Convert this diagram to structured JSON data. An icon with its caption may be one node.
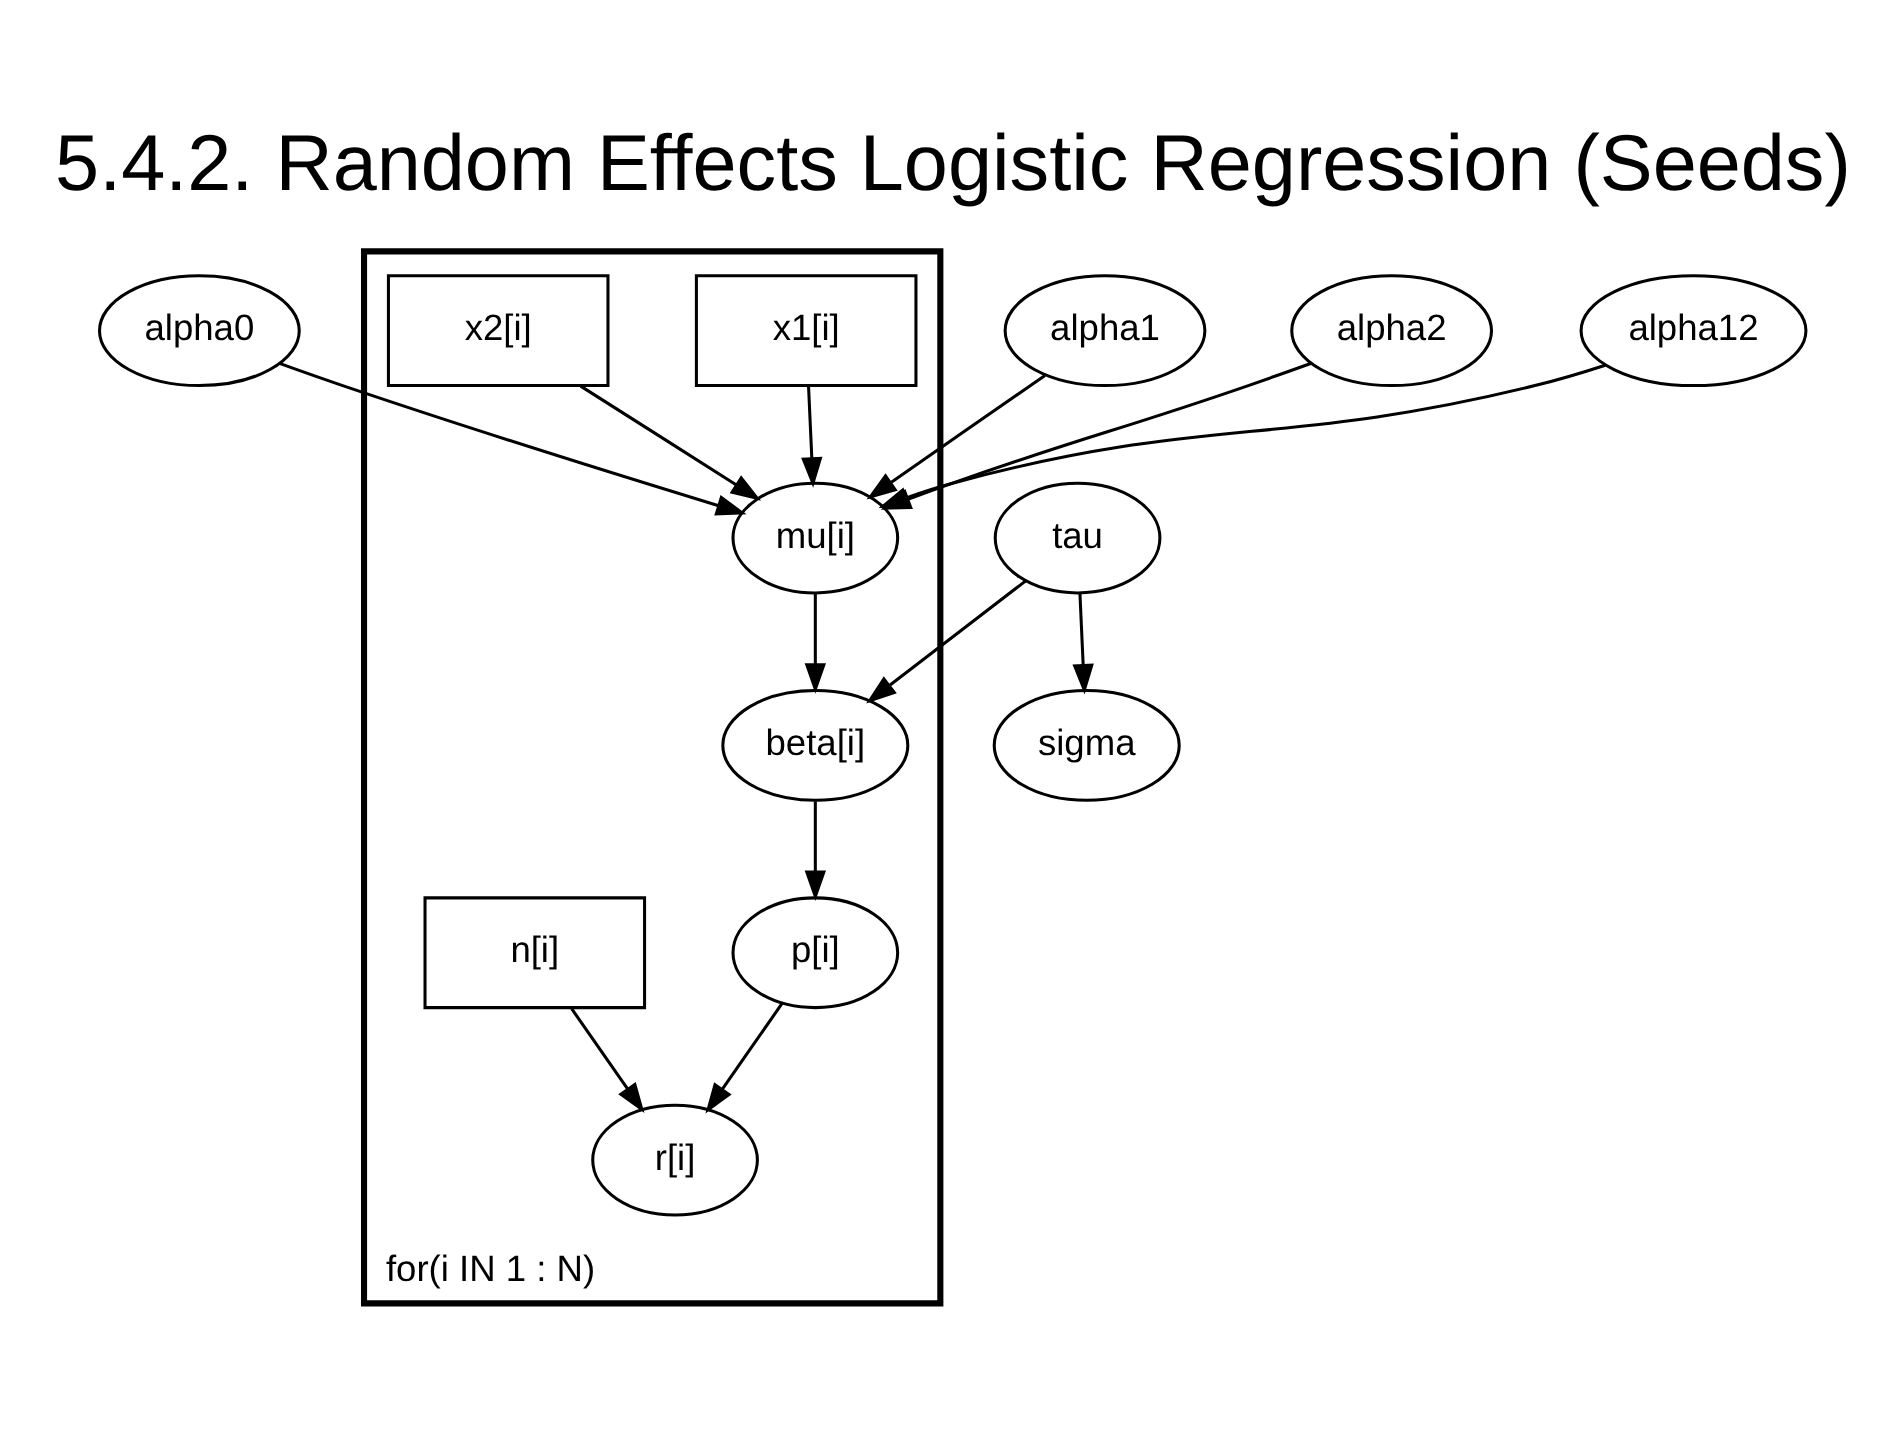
{
  "diagram": {
    "title": "5.4.2. Random Effects Logistic Regression (Seeds)",
    "nodes": [
      {
        "text": [
          "alpha0"
        ]
      },
      {
        "text": [
          "alpha1"
        ]
      },
      {
        "text": [
          "alpha2"
        ]
      },
      {
        "text": [
          "alpha12"
        ]
      },
      {
        "text": [
          "for(i IN 1 : N)"
        ]
      },
      {
        "text": [
          "x1[i]"
        ],
        "in": 4
      },
      {
        "text": [
          "mu[i]"
        ],
        "in": 4
      },
      {
        "text": [
          "x2[i]"
        ],
        "in": 4
      },
      {
        "text": [
          "beta[i]"
        ],
        "in": 4
      },
      {
        "text": [
          "n[i]"
        ],
        "in": 4
      },
      {
        "text": [
          "p[i]"
        ],
        "in": 4
      },
      {
        "text": [
          "r[i]"
        ],
        "in": 4
      },
      {
        "text": [
          "tau"
        ]
      },
      {
        "text": [
          "sigma"
        ]
      }
    ],
    "edges": [
      {
        "from": 0,
        "to": 6,
        "arrow": "to"
      },
      {
        "from": 1,
        "to": 6,
        "arrow": "to"
      },
      {
        "from": 2,
        "to": 6,
        "arrow": "to"
      },
      {
        "from": 3,
        "to": 6,
        "arrow": "to"
      },
      {
        "from": 5,
        "to": 6,
        "arrow": "to"
      },
      {
        "from": 7,
        "to": 6,
        "arrow": "to"
      },
      {
        "from": 6,
        "to": 8,
        "arrow": "to"
      },
      {
        "from": 12,
        "to": 8,
        "arrow": "to"
      },
      {
        "from": 12,
        "to": 13,
        "arrow": "to"
      },
      {
        "from": 8,
        "to": 10,
        "arrow": "to"
      },
      {
        "from": 10,
        "to": 11,
        "arrow": "to"
      },
      {
        "from": 9,
        "to": 11,
        "arrow": "to"
      }
    ]
  }
}
